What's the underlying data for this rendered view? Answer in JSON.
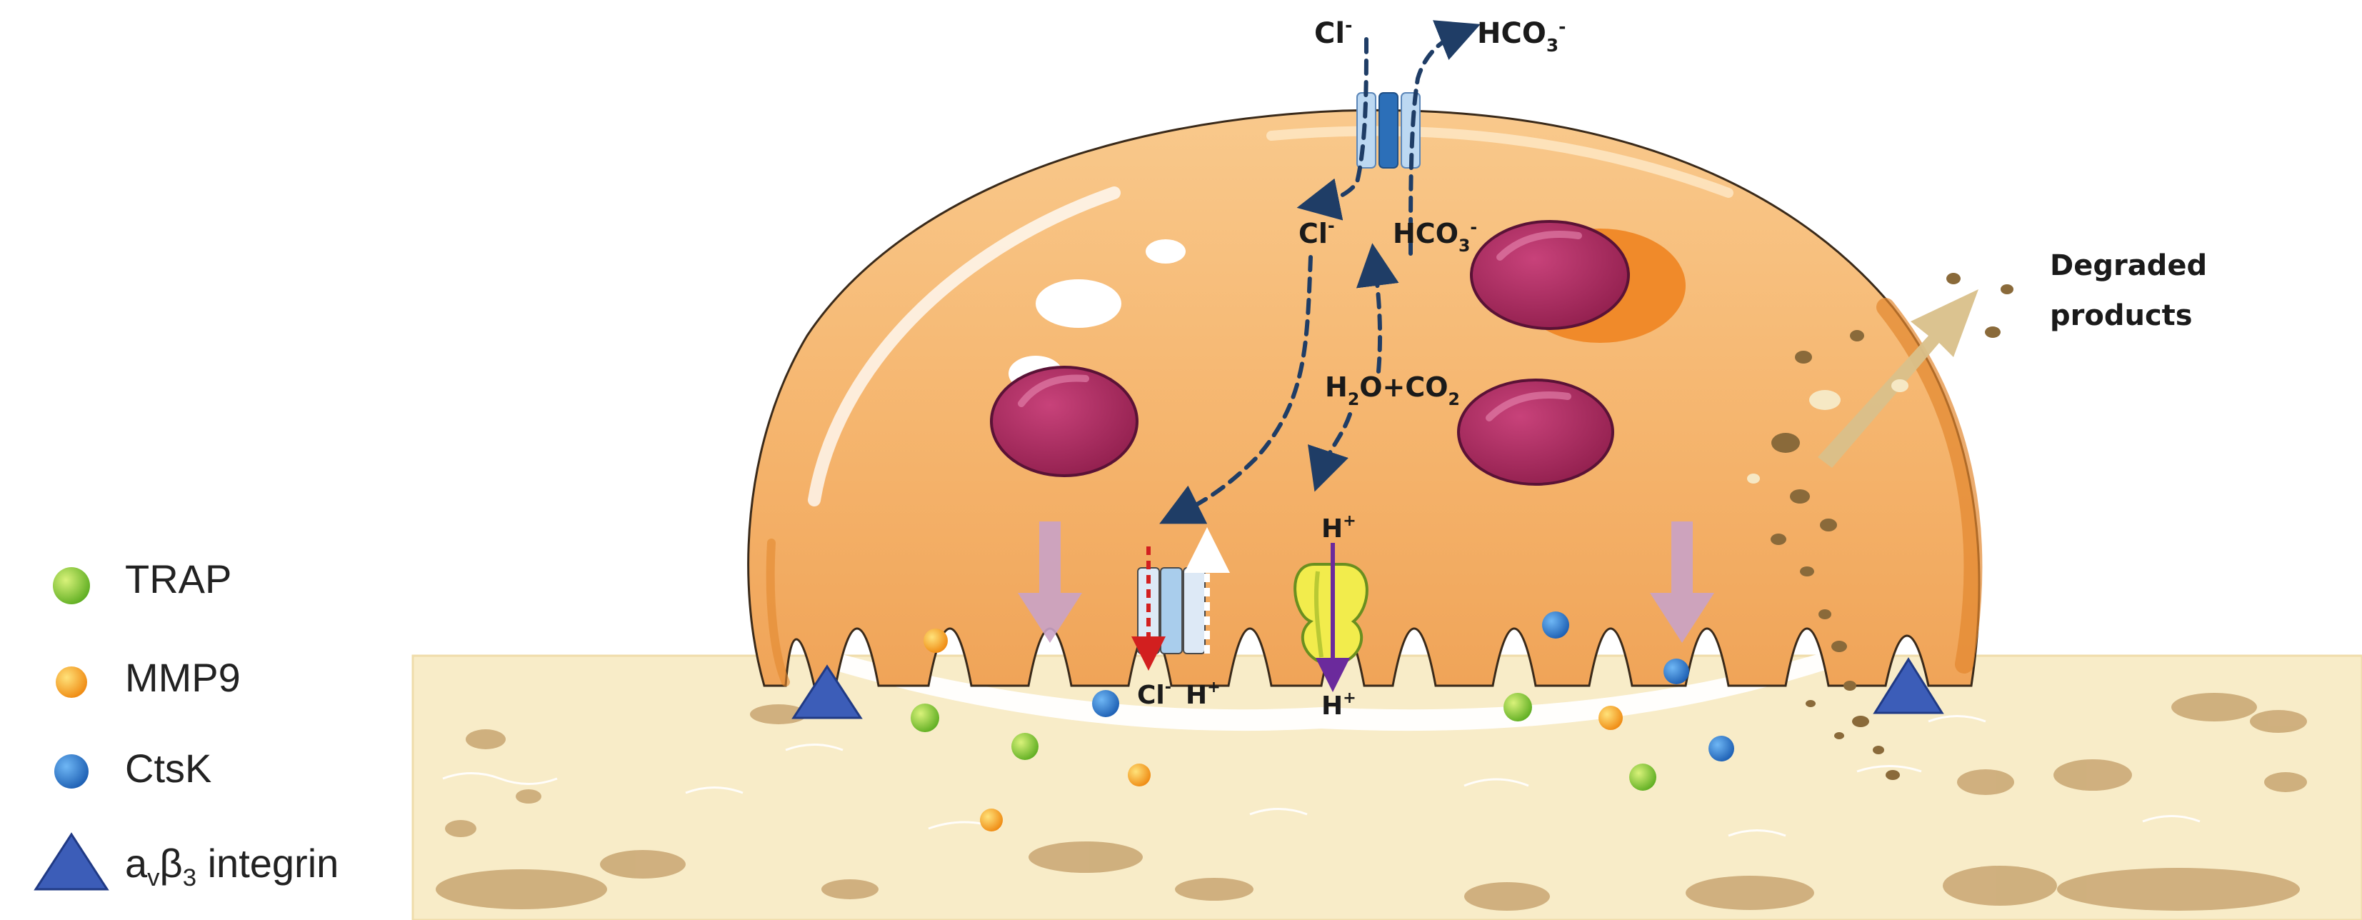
{
  "colors": {
    "cell": "#f5b56e",
    "cell_edge": "#e2882f",
    "bone": "#f8ecc8",
    "bone_dark": "#c9a672",
    "nucleus": "#a3285a",
    "nucleus_edge": "#5a1236",
    "arrow_navy": "#1f3d66",
    "arrow_pink": "#c9a2c6",
    "arrow_tan": "#d9c08a",
    "trap": "#8fcf3a",
    "mmp9": "#f4a21e",
    "ctsk": "#2e7bd1",
    "integrin": "#3c5db8"
  },
  "ions": {
    "cl": "Cl",
    "minus": "-",
    "plus": "+",
    "hco3_main": "HCO",
    "hco3_sub": "3",
    "h": "H",
    "h2o_h": "H",
    "h2o_sub": "2",
    "h2o_rest": "O+CO",
    "co2_sub": "2"
  },
  "degraded": {
    "line1": "Degraded",
    "line2": "products"
  },
  "legend": {
    "trap": "TRAP",
    "mmp9": "MMP9",
    "ctsk": "CtsK",
    "integrin_a": "a",
    "integrin_v": "v",
    "integrin_b": "β",
    "integrin_3": "3",
    "integrin_word": " integrin"
  }
}
